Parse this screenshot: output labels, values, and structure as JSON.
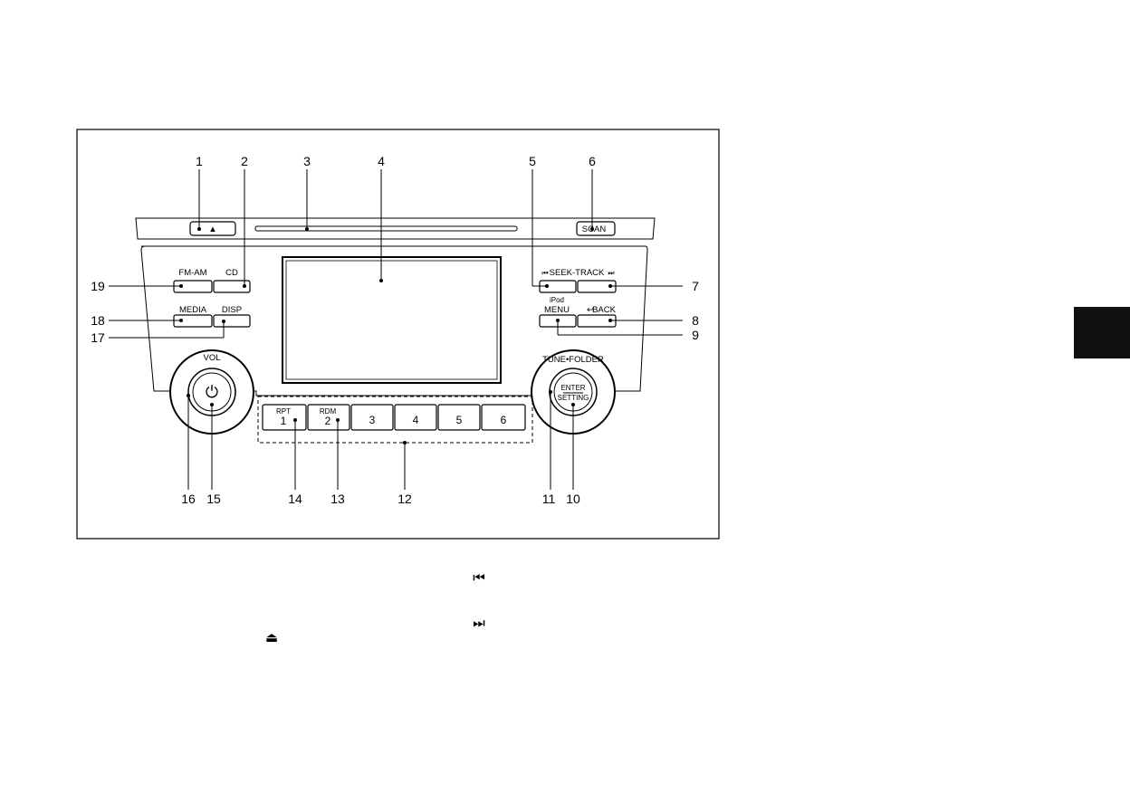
{
  "figure": {
    "buttons": {
      "eject": "▲",
      "scan": "SCAN",
      "fm_am": "FM-AM",
      "cd": "CD",
      "media": "MEDIA",
      "disp": "DISP",
      "seek_track": "SEEK-TRACK",
      "seek_prev_glyph": "⏮",
      "seek_next_glyph": "⏭",
      "ipod": "iPod",
      "menu": "MENU",
      "back": "BACK",
      "back_glyph": "↩",
      "vol": "VOL",
      "power_glyph": "⏻",
      "tune_folder": "TUNE•FOLDER",
      "enter": "ENTER",
      "setting": "SETTING",
      "rpt": "RPT",
      "rdm": "RDM",
      "presets": [
        "1",
        "2",
        "3",
        "4",
        "5",
        "6"
      ]
    },
    "callouts": [
      "1",
      "2",
      "3",
      "4",
      "5",
      "6",
      "7",
      "8",
      "9",
      "10",
      "11",
      "12",
      "13",
      "14",
      "15",
      "16",
      "17",
      "18",
      "19"
    ]
  },
  "below_text": {
    "prev_track_glyph": "⏮",
    "next_track_glyph": "⏭",
    "eject_glyph": "⏏"
  },
  "side_tab": {
    "color": "#111111"
  }
}
